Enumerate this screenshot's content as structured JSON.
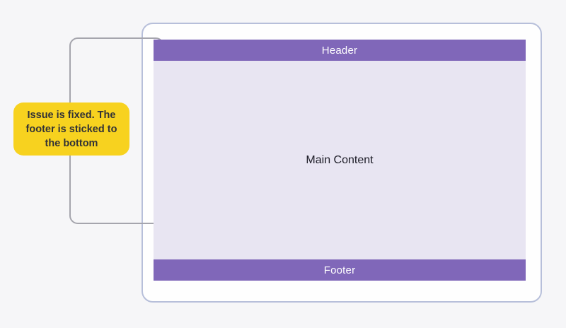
{
  "colors": {
    "background": "#f6f6f8",
    "accent_purple": "#8067b9",
    "content_bg": "#e8e5f2",
    "device_bg": "#fefefe",
    "device_border": "#b7bfda",
    "annotation_border": "#a5a5ad",
    "callout_bg": "#f7d21f",
    "callout_text": "#323236",
    "header_text": "#ffffff",
    "main_text": "#1c1c26"
  },
  "device": {
    "header_label": "Header",
    "main_label": "Main Content",
    "footer_label": "Footer"
  },
  "callout": {
    "text": "Issue is fixed. The footer is sticked to the bottom"
  }
}
